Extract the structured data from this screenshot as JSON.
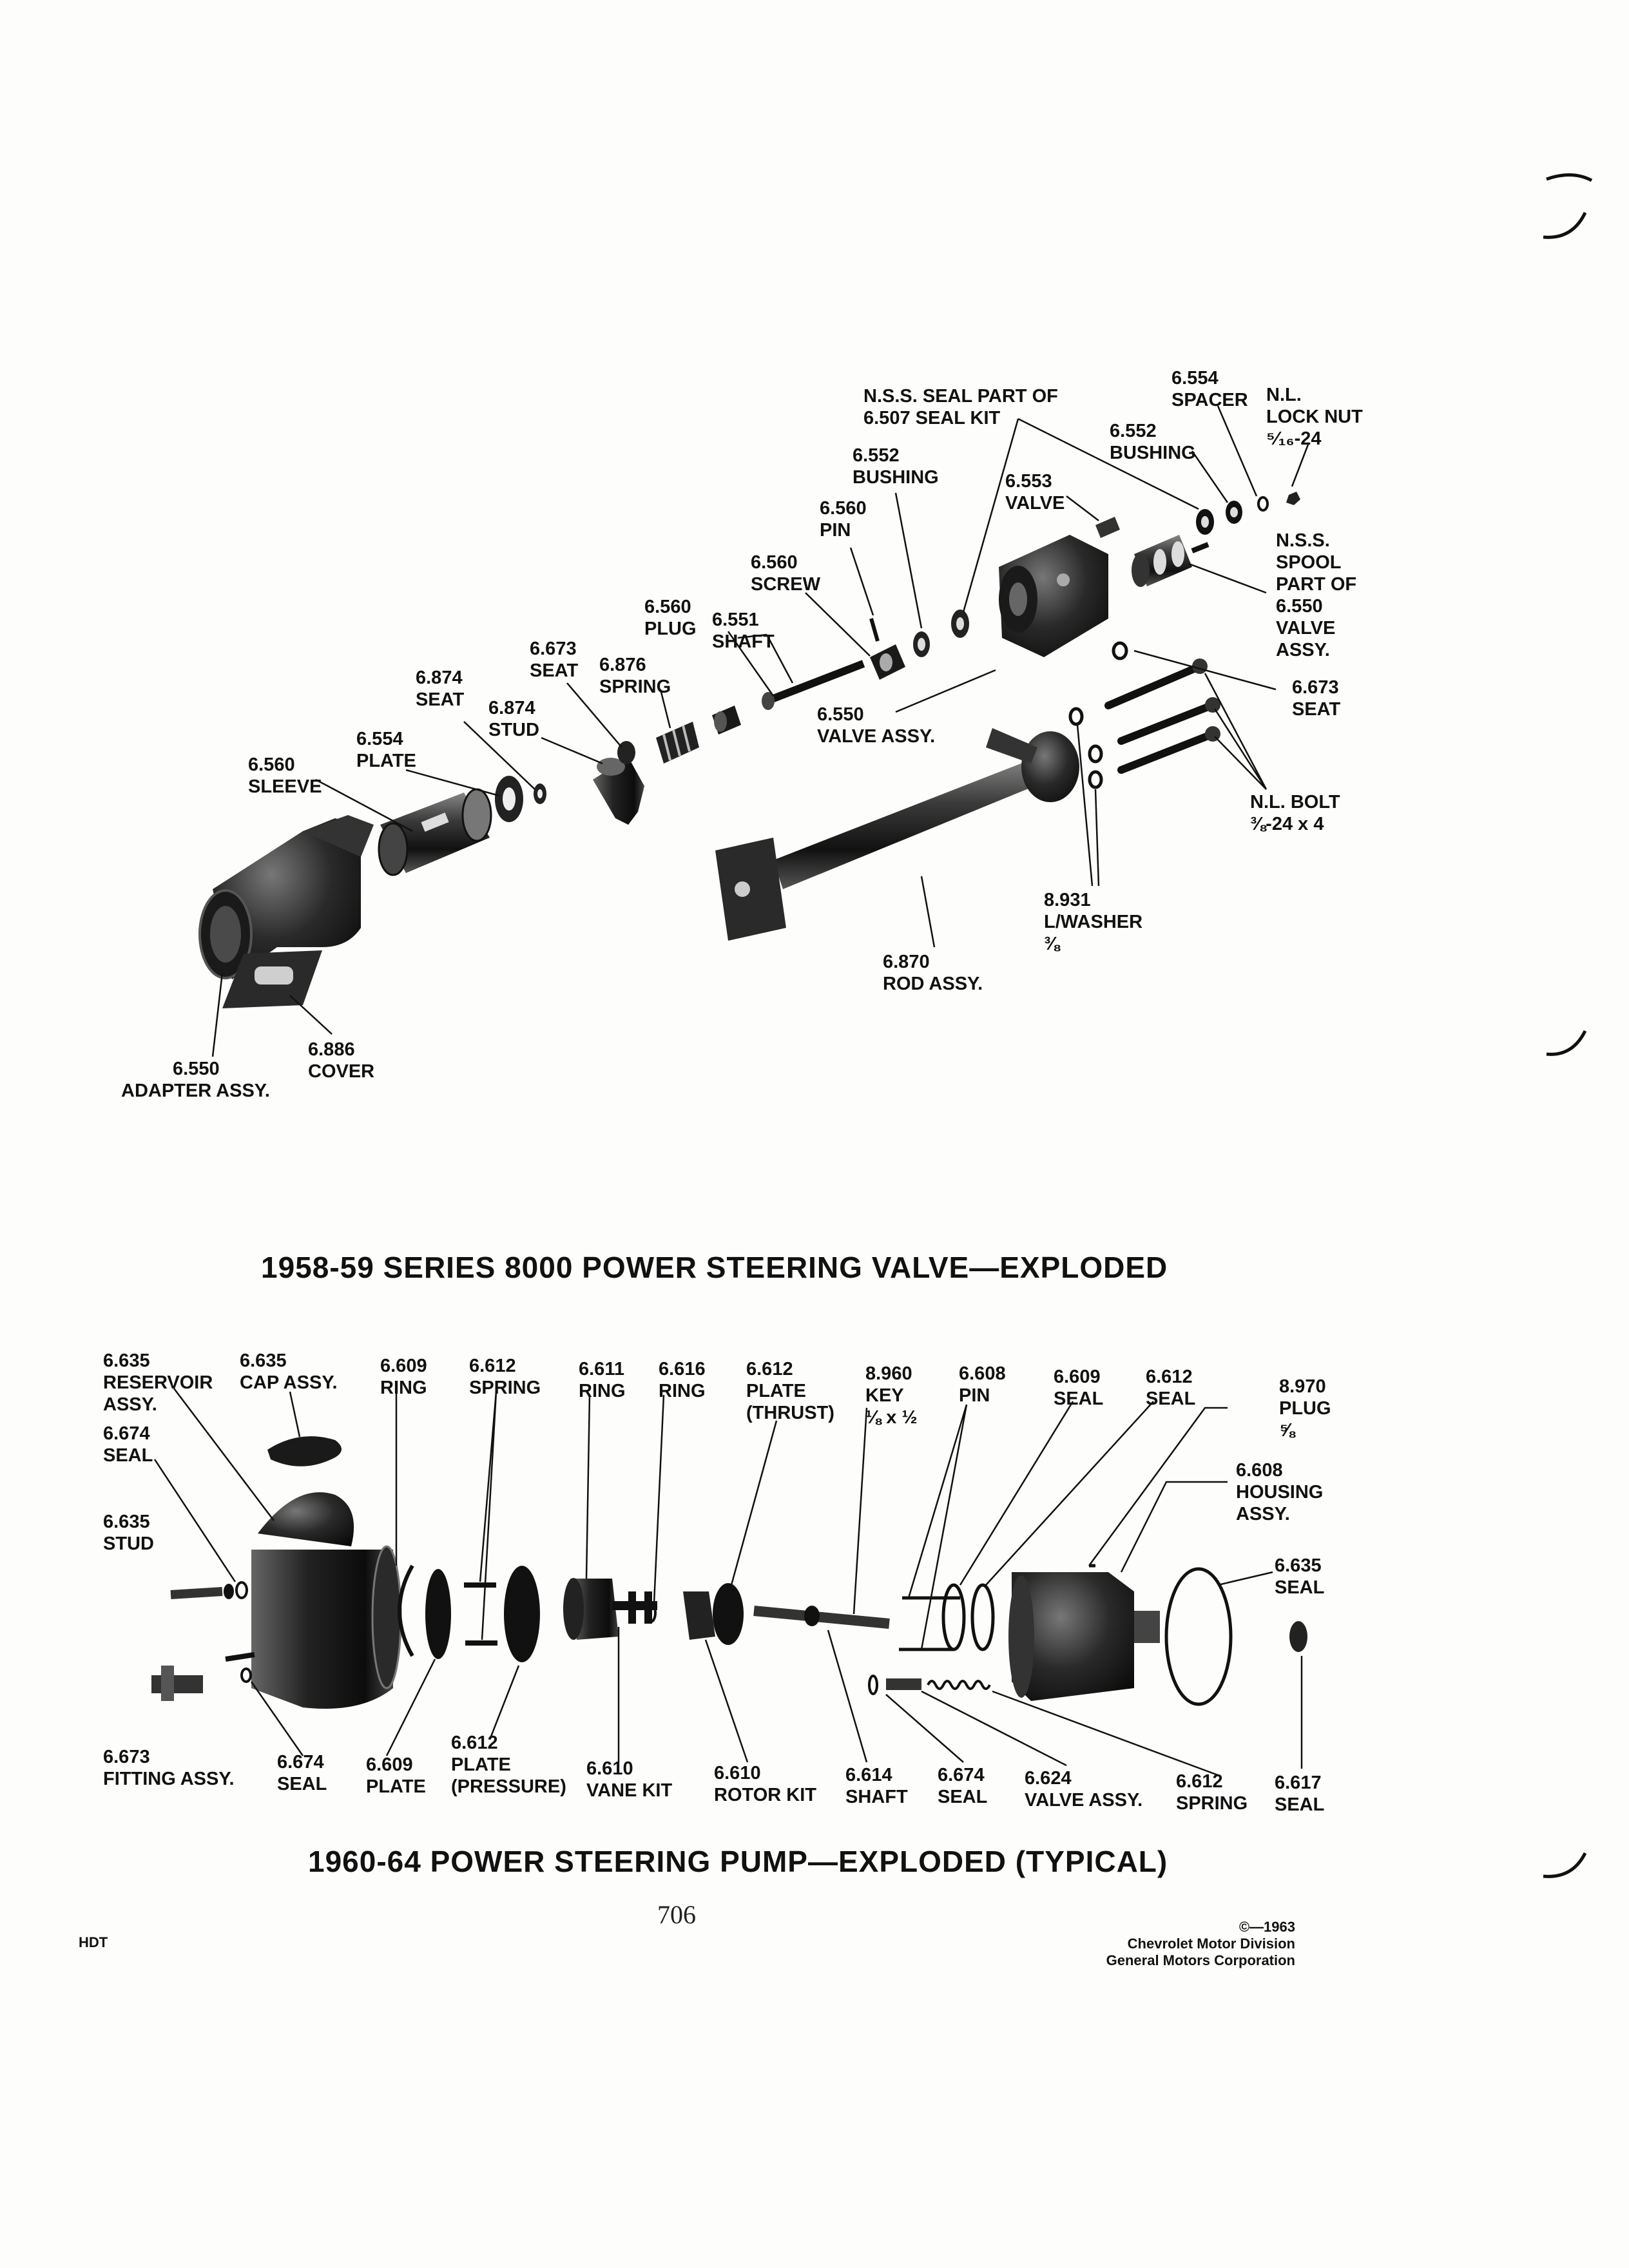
{
  "valve_diagram": {
    "title": "1958-59 SERIES 8000 POWER STEERING VALVE—EXPLODED",
    "labels": [
      {
        "id": "nss-seal",
        "lines": [
          "N.S.S. SEAL PART OF",
          "6.507 SEAL KIT"
        ]
      },
      {
        "id": "spacer",
        "lines": [
          "6.554",
          "SPACER"
        ]
      },
      {
        "id": "lock-nut",
        "lines": [
          "N.L.",
          "LOCK NUT",
          "⁵⁄₁₆-24"
        ]
      },
      {
        "id": "bushing-right",
        "lines": [
          "6.552",
          "BUSHING"
        ]
      },
      {
        "id": "bushing-left",
        "lines": [
          "6.552",
          "BUSHING"
        ]
      },
      {
        "id": "valve-6553",
        "lines": [
          "6.553",
          "VALVE"
        ]
      },
      {
        "id": "pin-6560",
        "lines": [
          "6.560",
          "PIN"
        ]
      },
      {
        "id": "nss-spool",
        "lines": [
          "N.S.S.",
          "SPOOL",
          "PART OF",
          "6.550",
          "VALVE",
          "ASSY."
        ]
      },
      {
        "id": "screw-6560",
        "lines": [
          "6.560",
          "SCREW"
        ]
      },
      {
        "id": "plug-6560",
        "lines": [
          "6.560",
          "PLUG"
        ]
      },
      {
        "id": "shaft-6551",
        "lines": [
          "6.551",
          "SHAFT"
        ]
      },
      {
        "id": "seat-6673-left",
        "lines": [
          "6.673",
          "SEAT"
        ]
      },
      {
        "id": "spring-6876",
        "lines": [
          "6.876",
          "SPRING"
        ]
      },
      {
        "id": "seat-6673-right",
        "lines": [
          "6.673",
          "SEAT"
        ]
      },
      {
        "id": "seat-6874",
        "lines": [
          "6.874",
          "SEAT"
        ]
      },
      {
        "id": "stud-6874",
        "lines": [
          "6.874",
          "STUD"
        ]
      },
      {
        "id": "valve-assy-6550",
        "lines": [
          "6.550",
          "VALVE ASSY."
        ]
      },
      {
        "id": "plate-6554",
        "lines": [
          "6.554",
          "PLATE"
        ]
      },
      {
        "id": "sleeve-6560",
        "lines": [
          "6.560",
          "SLEEVE"
        ]
      },
      {
        "id": "bolt",
        "lines": [
          "N.L. BOLT",
          "⅜-24 x 4"
        ]
      },
      {
        "id": "lwasher",
        "lines": [
          "8.931",
          "L/WASHER",
          "⅜"
        ]
      },
      {
        "id": "rod-assy",
        "lines": [
          "6.870",
          "ROD ASSY."
        ]
      },
      {
        "id": "cover-6886",
        "lines": [
          "6.886",
          "COVER"
        ]
      },
      {
        "id": "adapter-assy",
        "lines": [
          "6.550",
          "ADAPTER ASSY."
        ]
      }
    ]
  },
  "pump_diagram": {
    "title": "1960-64 POWER STEERING PUMP—EXPLODED (TYPICAL)",
    "labels": [
      {
        "id": "reservoir",
        "lines": [
          "6.635",
          "RESERVOIR",
          "ASSY."
        ]
      },
      {
        "id": "cap",
        "lines": [
          "6.635",
          "CAP ASSY."
        ]
      },
      {
        "id": "ring-6609",
        "lines": [
          "6.609",
          "RING"
        ]
      },
      {
        "id": "spring-6612-top",
        "lines": [
          "6.612",
          "SPRING"
        ]
      },
      {
        "id": "ring-6611",
        "lines": [
          "6.611",
          "RING"
        ]
      },
      {
        "id": "ring-6616",
        "lines": [
          "6.616",
          "RING"
        ]
      },
      {
        "id": "plate-thrust",
        "lines": [
          "6.612",
          "PLATE",
          "(THRUST)"
        ]
      },
      {
        "id": "key",
        "lines": [
          "8.960",
          "KEY",
          "⅛ x ½"
        ]
      },
      {
        "id": "pin-6608",
        "lines": [
          "6.608",
          "PIN"
        ]
      },
      {
        "id": "seal-6609",
        "lines": [
          "6.609",
          "SEAL"
        ]
      },
      {
        "id": "seal-6612",
        "lines": [
          "6.612",
          "SEAL"
        ]
      },
      {
        "id": "plug-8970",
        "lines": [
          "8.970",
          "PLUG",
          "⅝"
        ]
      },
      {
        "id": "seal-6674-left",
        "lines": [
          "6.674",
          "SEAL"
        ]
      },
      {
        "id": "housing",
        "lines": [
          "6.608",
          "HOUSING",
          "ASSY."
        ]
      },
      {
        "id": "stud-6635",
        "lines": [
          "6.635",
          "STUD"
        ]
      },
      {
        "id": "seal-6635",
        "lines": [
          "6.635",
          "SEAL"
        ]
      },
      {
        "id": "plate-pressure",
        "lines": [
          "6.612",
          "PLATE",
          "(PRESSURE)"
        ]
      },
      {
        "id": "fitting",
        "lines": [
          "6.673",
          "FITTING ASSY."
        ]
      },
      {
        "id": "seal-6674-bottom",
        "lines": [
          "6.674",
          "SEAL"
        ]
      },
      {
        "id": "plate-6609",
        "lines": [
          "6.609",
          "PLATE"
        ]
      },
      {
        "id": "vane-kit",
        "lines": [
          "6.610",
          "VANE KIT"
        ]
      },
      {
        "id": "rotor-kit",
        "lines": [
          "6.610",
          "ROTOR KIT"
        ]
      },
      {
        "id": "shaft-6614",
        "lines": [
          "6.614",
          "SHAFT"
        ]
      },
      {
        "id": "seal-6674-right",
        "lines": [
          "6.674",
          "SEAL"
        ]
      },
      {
        "id": "valve-6624",
        "lines": [
          "6.624",
          "VALVE ASSY."
        ]
      },
      {
        "id": "spring-6612-bottom",
        "lines": [
          "6.612",
          "SPRING"
        ]
      },
      {
        "id": "seal-6617",
        "lines": [
          "6.617",
          "SEAL"
        ]
      }
    ]
  },
  "footer": {
    "page_number": "706",
    "left_code": "HDT",
    "copyright": [
      "©—1963",
      "Chevrolet Motor Division",
      "General Motors Corporation"
    ]
  }
}
